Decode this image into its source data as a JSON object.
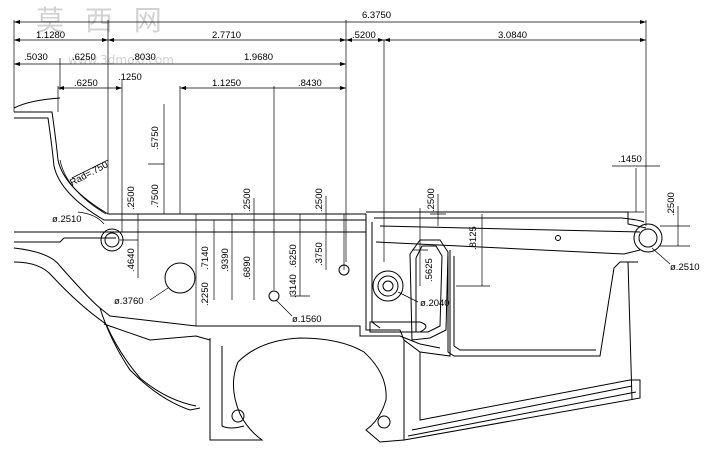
{
  "watermark": {
    "title": "莫 西 网",
    "url": "www.3dmoxi.com"
  },
  "dimensions": {
    "overall": "6.3750",
    "top_1280": "1.1280",
    "top_27710": "2.7710",
    "top_5200": ".5200",
    "top_30840": "3.0840",
    "d_5030": ".5030",
    "d_6250a": ".6250",
    "d_8030": ".8030",
    "d_19680": "1.9680",
    "d_1250": ".1250",
    "d_6250b": ".6250",
    "d_11250": "1.1250",
    "d_8430": ".8430",
    "v_5750": ".5750",
    "v_7500": ".7500",
    "v_2500a": ".2500",
    "v_4640": ".4640",
    "v_7140": ".7140",
    "v_2250": ".2250",
    "v_2500b": ".2500",
    "v_9390": ".9390",
    "v_6890": ".6890",
    "v_3140": ".3140",
    "v_6250c": ".6250",
    "v_2500c": ".2500",
    "v_3750": ".3750",
    "v_2500d": ".2500",
    "v_5625": ".5625",
    "v_8125": ".8125",
    "v_1450": ".1450",
    "v_2500e": ".2500",
    "radius": "Rad=.750",
    "dia_2510_left": "ø.2510",
    "dia_3760": "ø.3760",
    "dia_1560": "ø.1560",
    "dia_2040": "ø.2040",
    "dia_2510_right": "ø.2510"
  },
  "colors": {
    "line": "#000000",
    "background": "#ffffff",
    "watermark": "#d2d2d2"
  }
}
